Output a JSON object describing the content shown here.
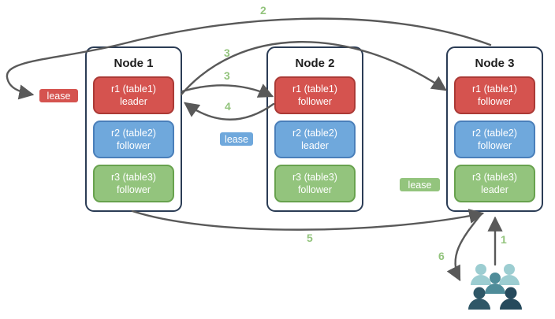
{
  "nodes": [
    {
      "title": "Node 1",
      "replicas": [
        {
          "line1": "r1 (table1)",
          "line2": "leader",
          "color": "#d5534f"
        },
        {
          "line1": "r2 (table2)",
          "line2": "follower",
          "color": "#6fa8dc"
        },
        {
          "line1": "r3 (table3)",
          "line2": "follower",
          "color": "#93c47d"
        }
      ]
    },
    {
      "title": "Node 2",
      "replicas": [
        {
          "line1": "r1 (table1)",
          "line2": "follower",
          "color": "#d5534f"
        },
        {
          "line1": "r2 (table2)",
          "line2": "leader",
          "color": "#6fa8dc"
        },
        {
          "line1": "r3 (table3)",
          "line2": "follower",
          "color": "#93c47d"
        }
      ]
    },
    {
      "title": "Node 3",
      "replicas": [
        {
          "line1": "r1 (table1)",
          "line2": "follower",
          "color": "#d5534f"
        },
        {
          "line1": "r2 (table2)",
          "line2": "follower",
          "color": "#6fa8dc"
        },
        {
          "line1": "r3 (table3)",
          "line2": "leader",
          "color": "#93c47d"
        }
      ]
    }
  ],
  "leases": [
    {
      "label": "lease",
      "color": "#d5534f"
    },
    {
      "label": "lease",
      "color": "#6fa8dc"
    },
    {
      "label": "lease",
      "color": "#93c47d"
    }
  ],
  "steps": {
    "s1": "1",
    "s2": "2",
    "s3a": "3",
    "s3b": "3",
    "s4": "4",
    "s5": "5",
    "s6": "6"
  },
  "icons": {
    "users": "users-group-icon"
  },
  "colors": {
    "arrow": "#595959",
    "step_label": "#93c47d",
    "node_border": "#2b3c55",
    "red_fill": "#d5534f",
    "blue_fill": "#6fa8dc",
    "green_fill": "#93c47d",
    "users_light": "#9ccdd1",
    "users_medium": "#4f8c99",
    "users_dark": "#2f5767"
  }
}
